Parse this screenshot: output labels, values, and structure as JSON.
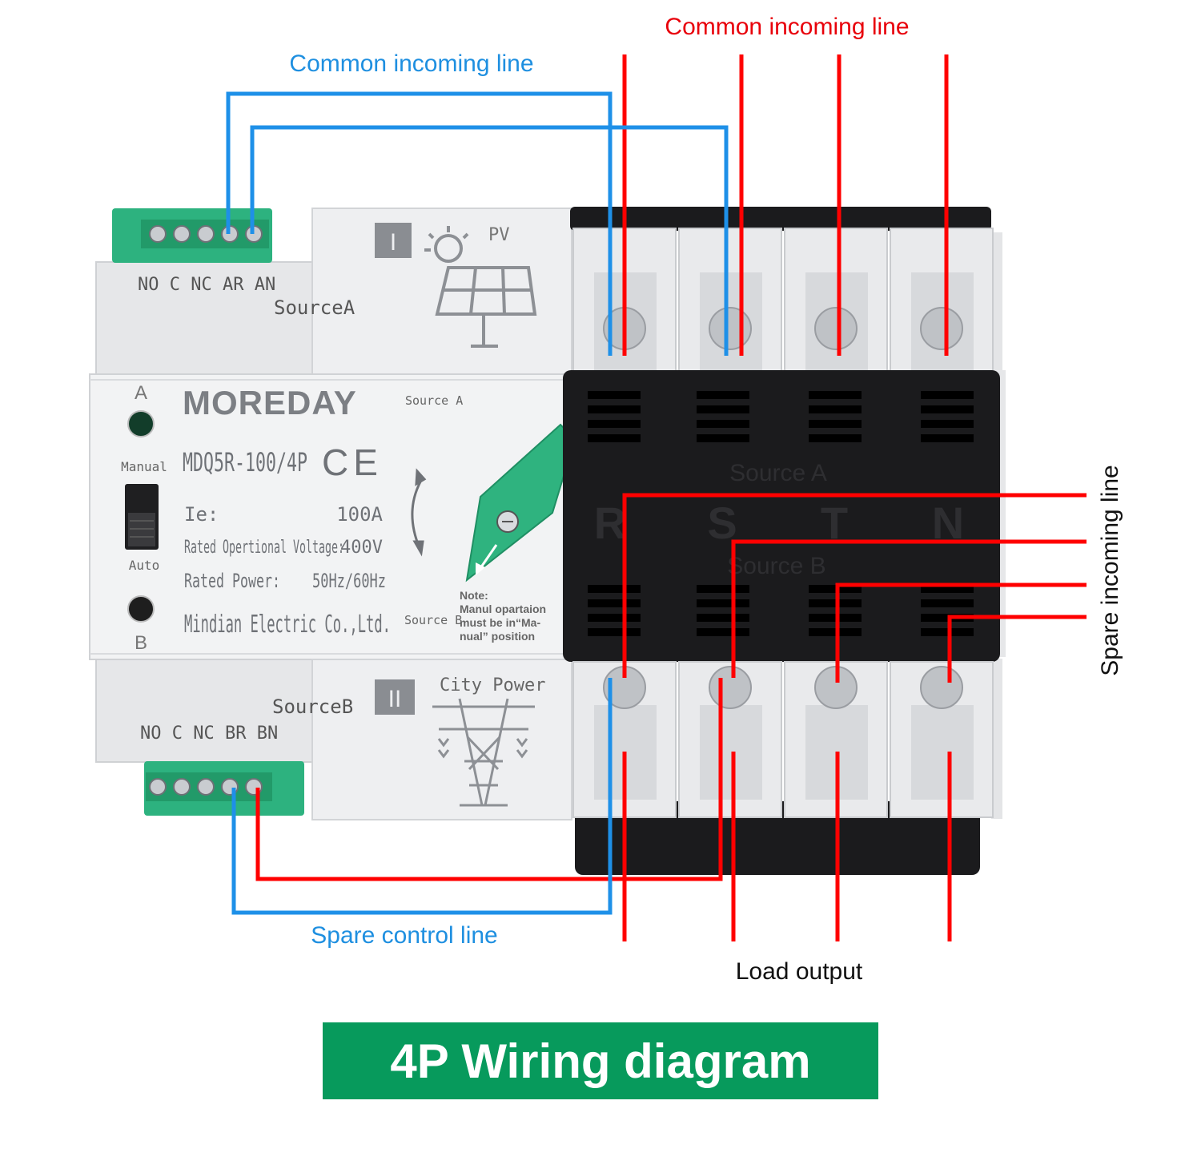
{
  "title": "4P Wiring diagram",
  "colors": {
    "red_wire": "#ff0000",
    "blue_wire": "#1e90e8",
    "label_red": "#e8000a",
    "label_blue": "#1e8fe0",
    "terminal_green": "#2db27f",
    "title_bg": "#079a5c",
    "device_body": "#e9eaec",
    "device_dark": "#1b1b1d"
  },
  "labels": {
    "common_incoming_red": "Common incoming line",
    "common_incoming_blue": "Common incoming line",
    "spare_incoming": "Spare incoming line",
    "spare_control": "Spare control line",
    "load_output": "Load output"
  },
  "device": {
    "brand": "MOREDAY",
    "model": "MDQ5R-100/4P",
    "ce_mark": "CE",
    "ie_label": "Ie:",
    "ie_value": "100A",
    "voltage_label": "Rated Opertional Voltage:",
    "voltage_value": "400V",
    "power_label": "Rated Power:",
    "power_value": "50Hz/60Hz",
    "manufacturer": "Mindian Electric Co.,Ltd.",
    "indicator_a": "A",
    "indicator_b": "B",
    "switch_manual": "Manual",
    "switch_auto": "Auto",
    "source_a_small": "Source A",
    "source_b_small": "Source B",
    "note_lines": [
      "Note:",
      "Manul opartaion",
      "must be in“Ma-",
      "nual” position"
    ],
    "source_a_terminals": "NO C NC AR AN",
    "source_b_terminals": "NO C NC BR BN",
    "source_a_name": "SourceA",
    "source_b_name": "SourceB",
    "source_a_roman": "I",
    "source_b_roman": "II",
    "pv_label": "PV",
    "city_power_label": "City Power",
    "dark_source_a": "Source A",
    "dark_source_b": "Source B",
    "phases": [
      "R",
      "S",
      "T",
      "N"
    ]
  }
}
